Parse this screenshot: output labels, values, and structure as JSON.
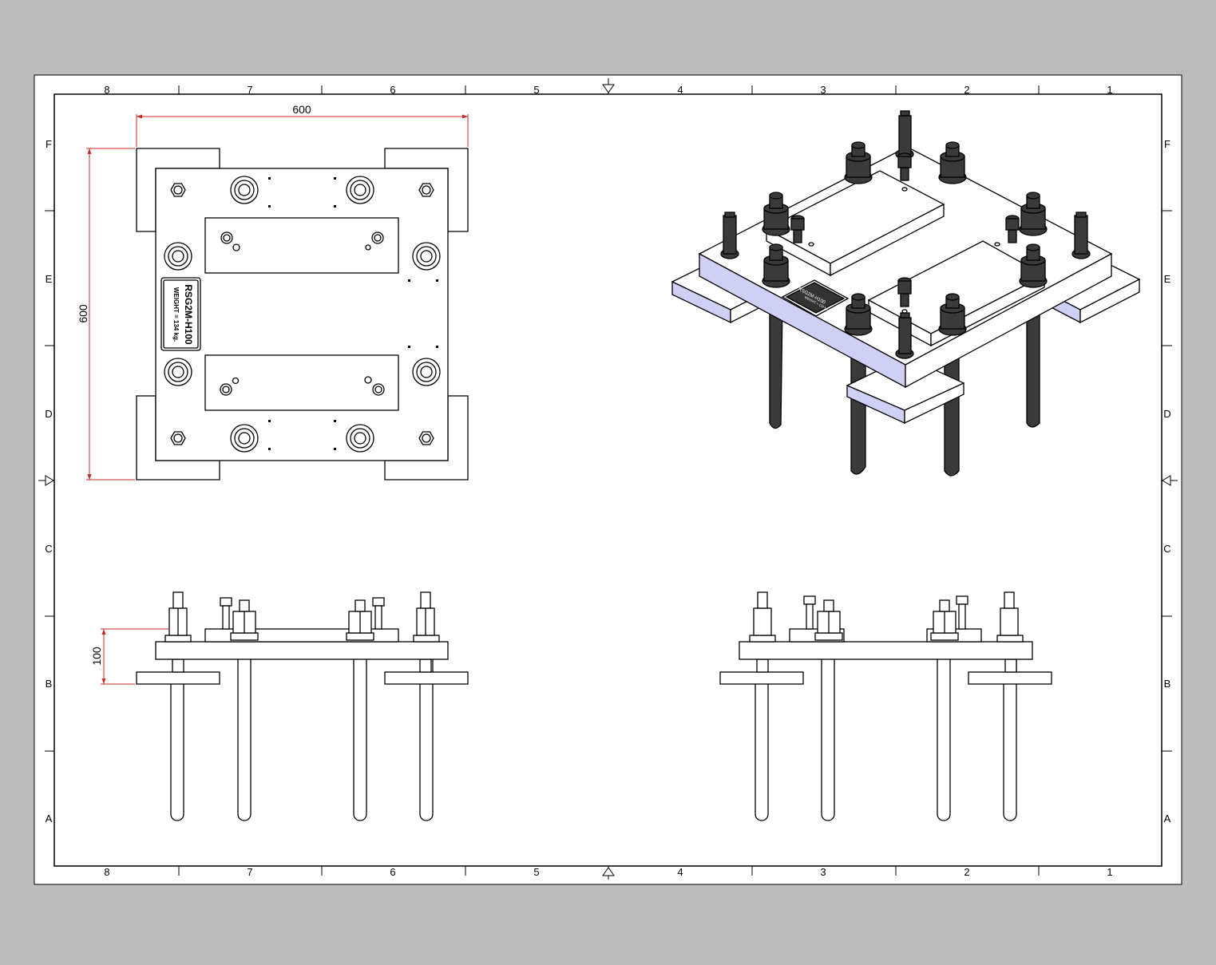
{
  "sheet": {
    "column_labels": [
      "8",
      "7",
      "6",
      "5",
      "4",
      "3",
      "2",
      "1"
    ],
    "row_labels": [
      "F",
      "E",
      "D",
      "C",
      "B",
      "A"
    ]
  },
  "views": {
    "top_view": {
      "dim_width": "600",
      "dim_height": "600",
      "nameplate_line1": "RSG2M-H100",
      "nameplate_line2": "WEIGHT = 134 kg."
    },
    "front_view": {
      "dim_height": "100"
    },
    "iso_view": {
      "nameplate_line1": "RSG2M-H100",
      "nameplate_line2": "WEIGHT = 134 kg."
    }
  },
  "colors": {
    "dimension": "#c8282a",
    "plate_edge": "#cfd0f5",
    "background": "#bcbcbc",
    "bolt": "#3a3a3a"
  }
}
